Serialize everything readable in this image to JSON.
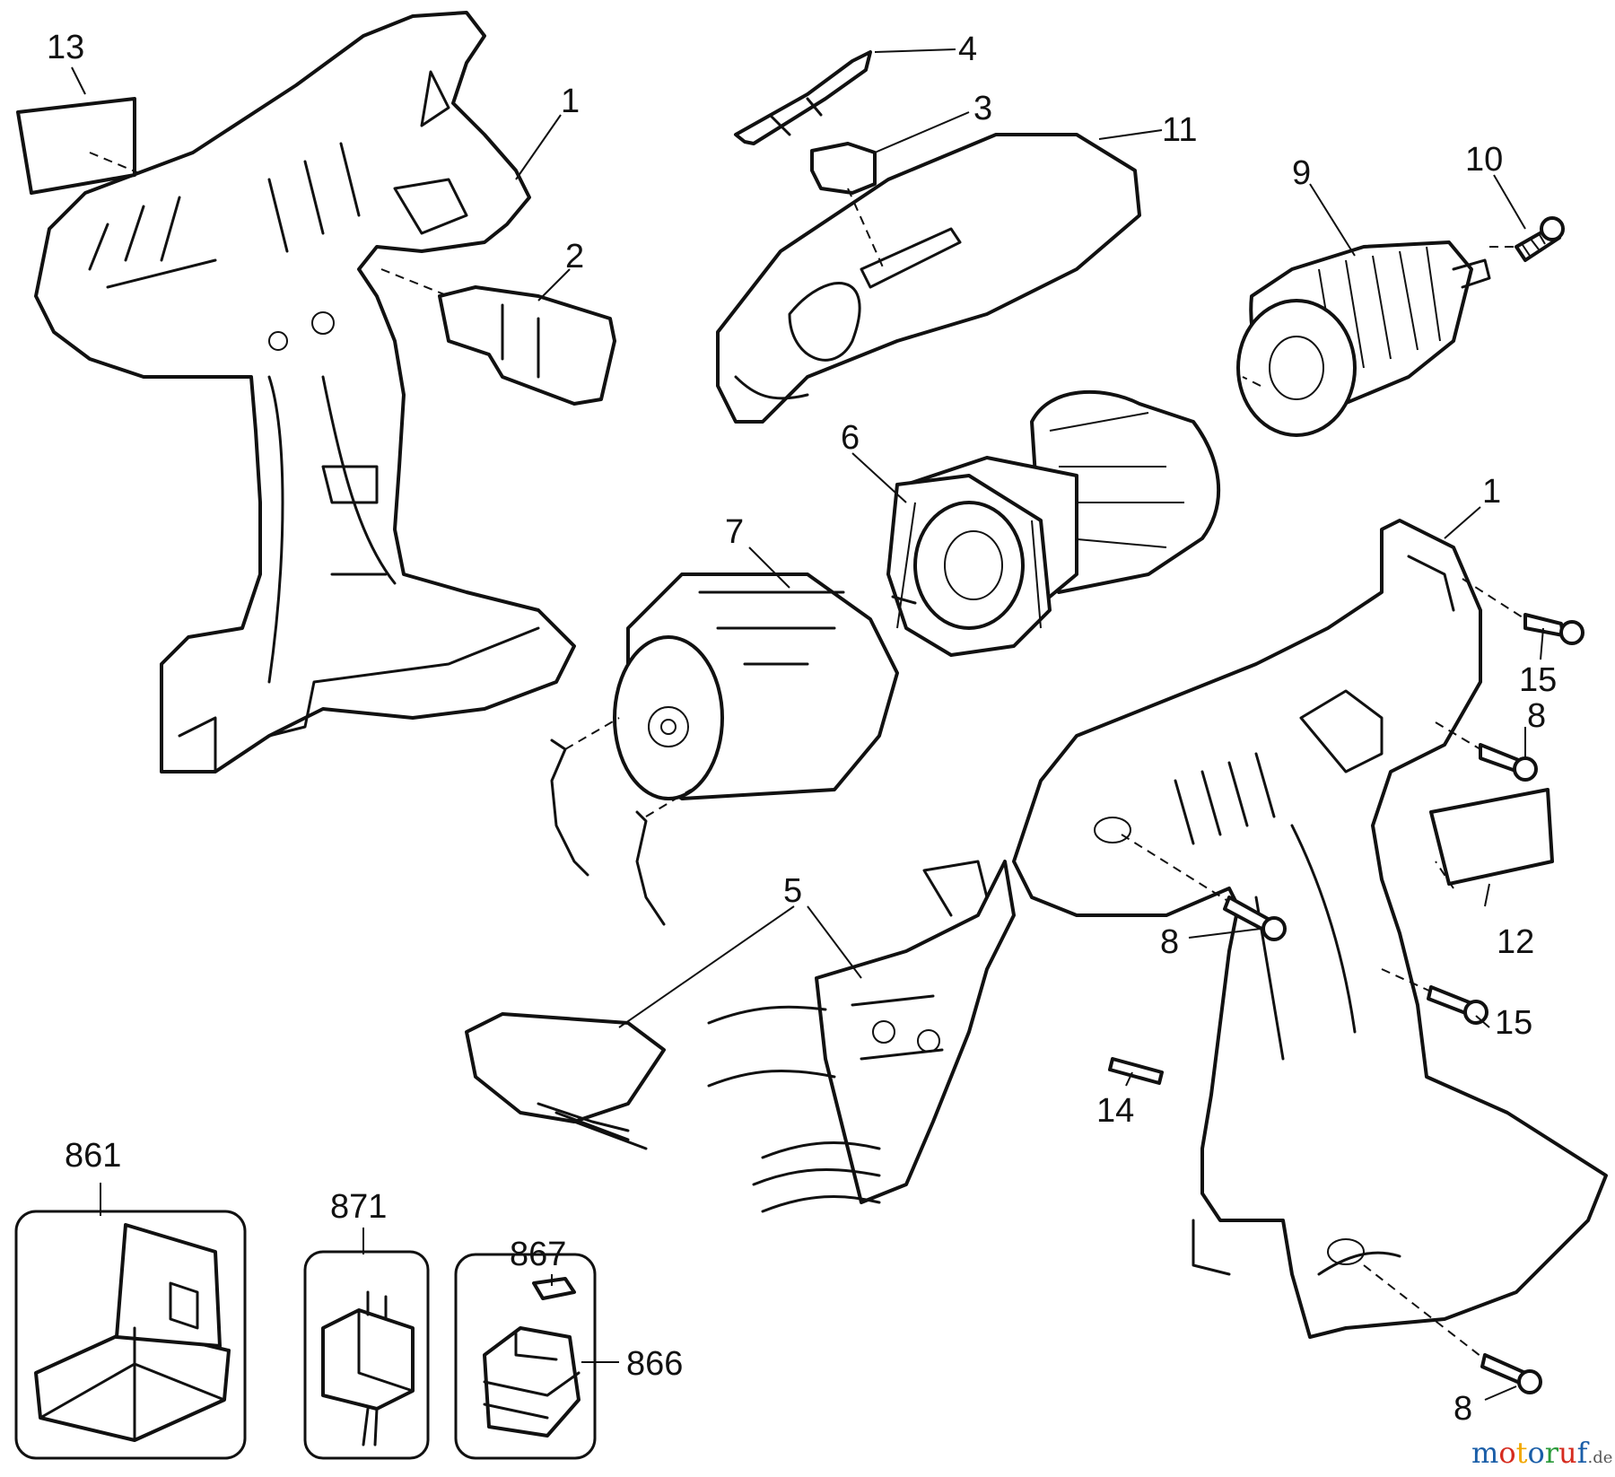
{
  "callouts": [
    {
      "id": "p13",
      "label": "13"
    },
    {
      "id": "p1a",
      "label": "1"
    },
    {
      "id": "p2",
      "label": "2"
    },
    {
      "id": "p4",
      "label": "4"
    },
    {
      "id": "p3",
      "label": "3"
    },
    {
      "id": "p11",
      "label": "11"
    },
    {
      "id": "p9",
      "label": "9"
    },
    {
      "id": "p10",
      "label": "10"
    },
    {
      "id": "p6",
      "label": "6"
    },
    {
      "id": "p7",
      "label": "7"
    },
    {
      "id": "p1b",
      "label": "1"
    },
    {
      "id": "p15a",
      "label": "15"
    },
    {
      "id": "p8a",
      "label": "8"
    },
    {
      "id": "p5",
      "label": "5"
    },
    {
      "id": "p8b",
      "label": "8"
    },
    {
      "id": "p12",
      "label": "12"
    },
    {
      "id": "p15b",
      "label": "15"
    },
    {
      "id": "p14",
      "label": "14"
    },
    {
      "id": "p861",
      "label": "861"
    },
    {
      "id": "p871",
      "label": "871"
    },
    {
      "id": "p867",
      "label": "867"
    },
    {
      "id": "p866",
      "label": "866"
    },
    {
      "id": "p8c",
      "label": "8"
    }
  ],
  "watermark": {
    "text": "motoruf",
    "suffix": ".de",
    "colors": [
      "#1a5ea8",
      "#d62c1f",
      "#f2a800",
      "#1a5ea8",
      "#2a9a3a",
      "#d62c1f",
      "#1a5ea8"
    ]
  }
}
